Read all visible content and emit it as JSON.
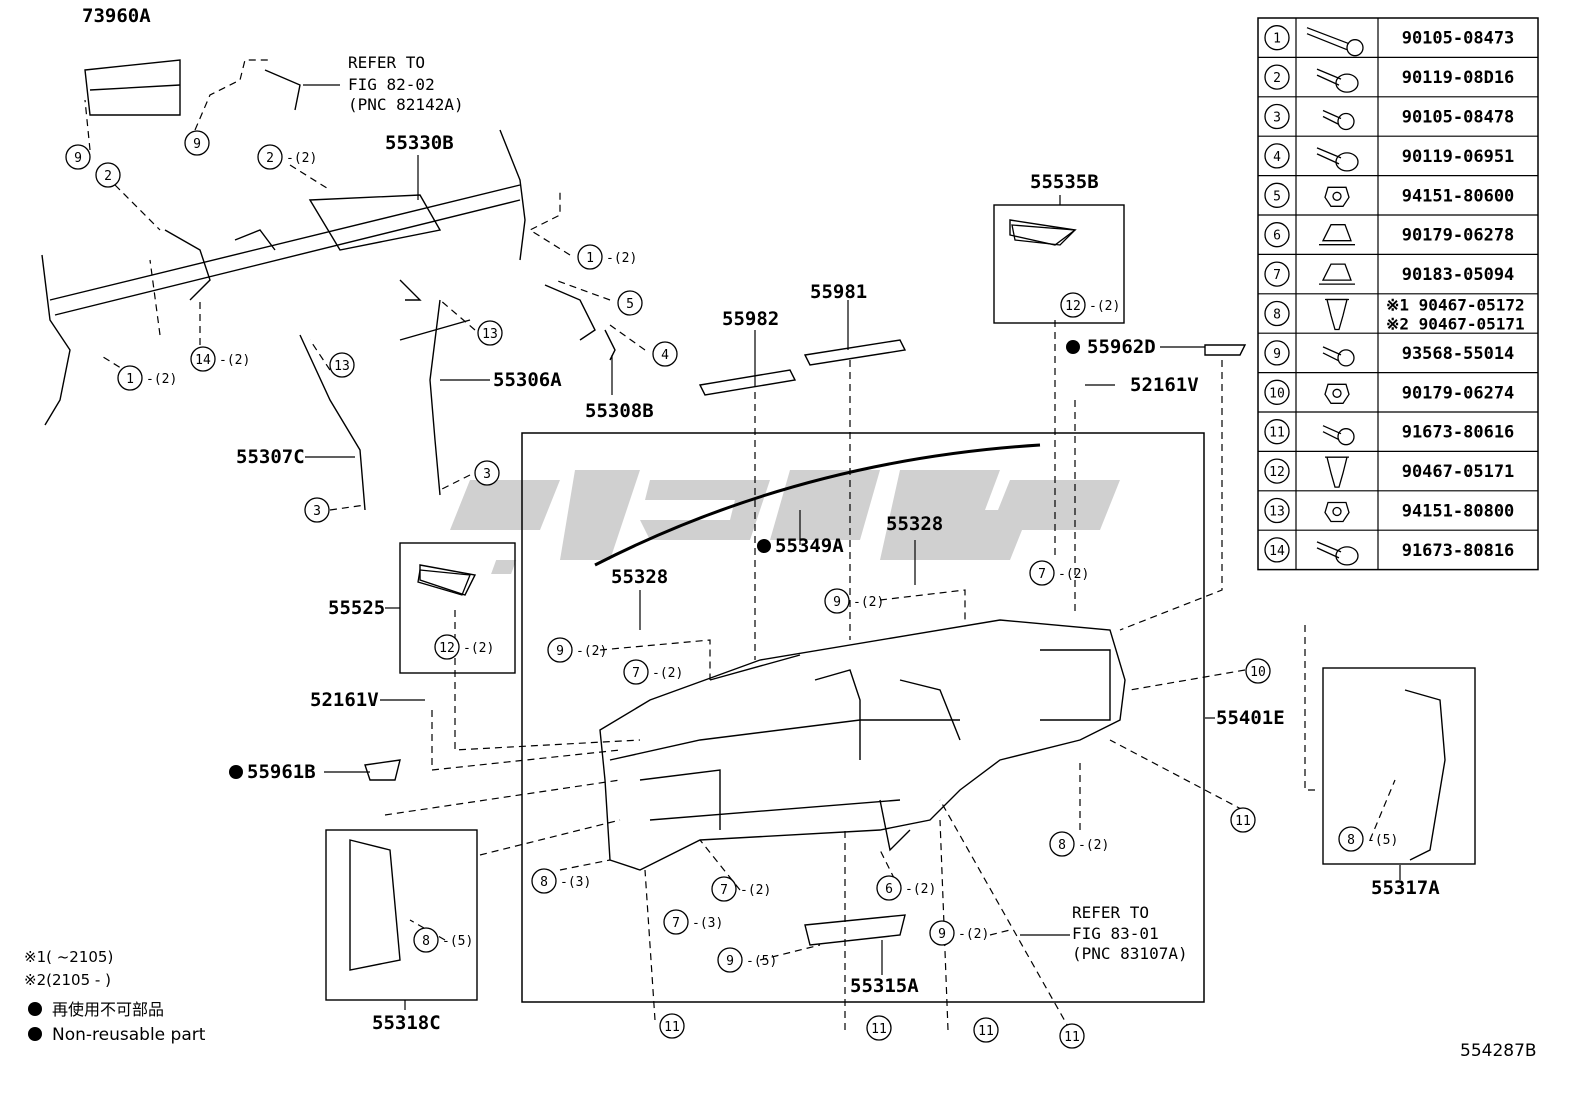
{
  "colors": {
    "ink": "#000000",
    "watermark": "#c8c8c8",
    "background": "#ffffff"
  },
  "labels": {
    "p73960A": "73960A",
    "p55330B": "55330B",
    "p55306A": "55306A",
    "p55308B": "55308B",
    "p55307C": "55307C",
    "p55982": "55982",
    "p55981": "55981",
    "p55535B": "55535B",
    "p55962D": "55962D",
    "p52161V_r": "52161V",
    "p55328_r": "55328",
    "p55328_l": "55328",
    "p55349A": "55349A",
    "p55525": "55525",
    "p52161V_l": "52161V",
    "p55961B": "55961B",
    "p55401E": "55401E",
    "p55317A": "55317A",
    "p55318C": "55318C",
    "p55315A": "55315A",
    "diagram_id": "554287B"
  },
  "refer_top": {
    "l1": "REFER TO",
    "l2": "FIG 82-02",
    "l3": "(PNC 82142A)"
  },
  "refer_bottom": {
    "l1": "REFER TO",
    "l2": "FIG 83-01",
    "l3": "(PNC 83107A)"
  },
  "legend": {
    "r1": "※1(      ~2105)",
    "r2": "※2(2105 -      )",
    "jp": "再使用不可部品",
    "en": "Non-reusable part"
  },
  "qty": {
    "x2": "(2)",
    "x3": "(3)",
    "x5": "(5)"
  },
  "numbers": {
    "n1": "1",
    "n2": "2",
    "n3": "3",
    "n4": "4",
    "n5": "5",
    "n6": "6",
    "n7": "7",
    "n8": "8",
    "n9": "9",
    "n10": "10",
    "n11": "11",
    "n12": "12",
    "n13": "13",
    "n14": "14"
  },
  "table": [
    {
      "num": "1",
      "icon": "long-bolt-icon",
      "pn": "90105-08473"
    },
    {
      "num": "2",
      "icon": "flange-bolt-icon",
      "pn": "90119-08D16"
    },
    {
      "num": "3",
      "icon": "short-bolt-icon",
      "pn": "90105-08478"
    },
    {
      "num": "4",
      "icon": "flange-bolt-icon",
      "pn": "90119-06951"
    },
    {
      "num": "5",
      "icon": "nut-icon",
      "pn": "94151-80600"
    },
    {
      "num": "6",
      "icon": "clip-nut-icon",
      "pn": "90179-06278"
    },
    {
      "num": "7",
      "icon": "clip-icon",
      "pn": "90183-05094"
    },
    {
      "num": "8",
      "icon": "push-clip-icon",
      "pn": "※1 90467-05172",
      "pn2": "※2 90467-05171"
    },
    {
      "num": "9",
      "icon": "screw-icon",
      "pn": "93568-55014"
    },
    {
      "num": "10",
      "icon": "nut-icon",
      "pn": "90179-06274"
    },
    {
      "num": "11",
      "icon": "screw-icon",
      "pn": "91673-80616"
    },
    {
      "num": "12",
      "icon": "push-clip-icon",
      "pn": "90467-05171"
    },
    {
      "num": "13",
      "icon": "nut-icon",
      "pn": "94151-80800"
    },
    {
      "num": "14",
      "icon": "flange-bolt-icon",
      "pn": "91673-80816"
    }
  ]
}
